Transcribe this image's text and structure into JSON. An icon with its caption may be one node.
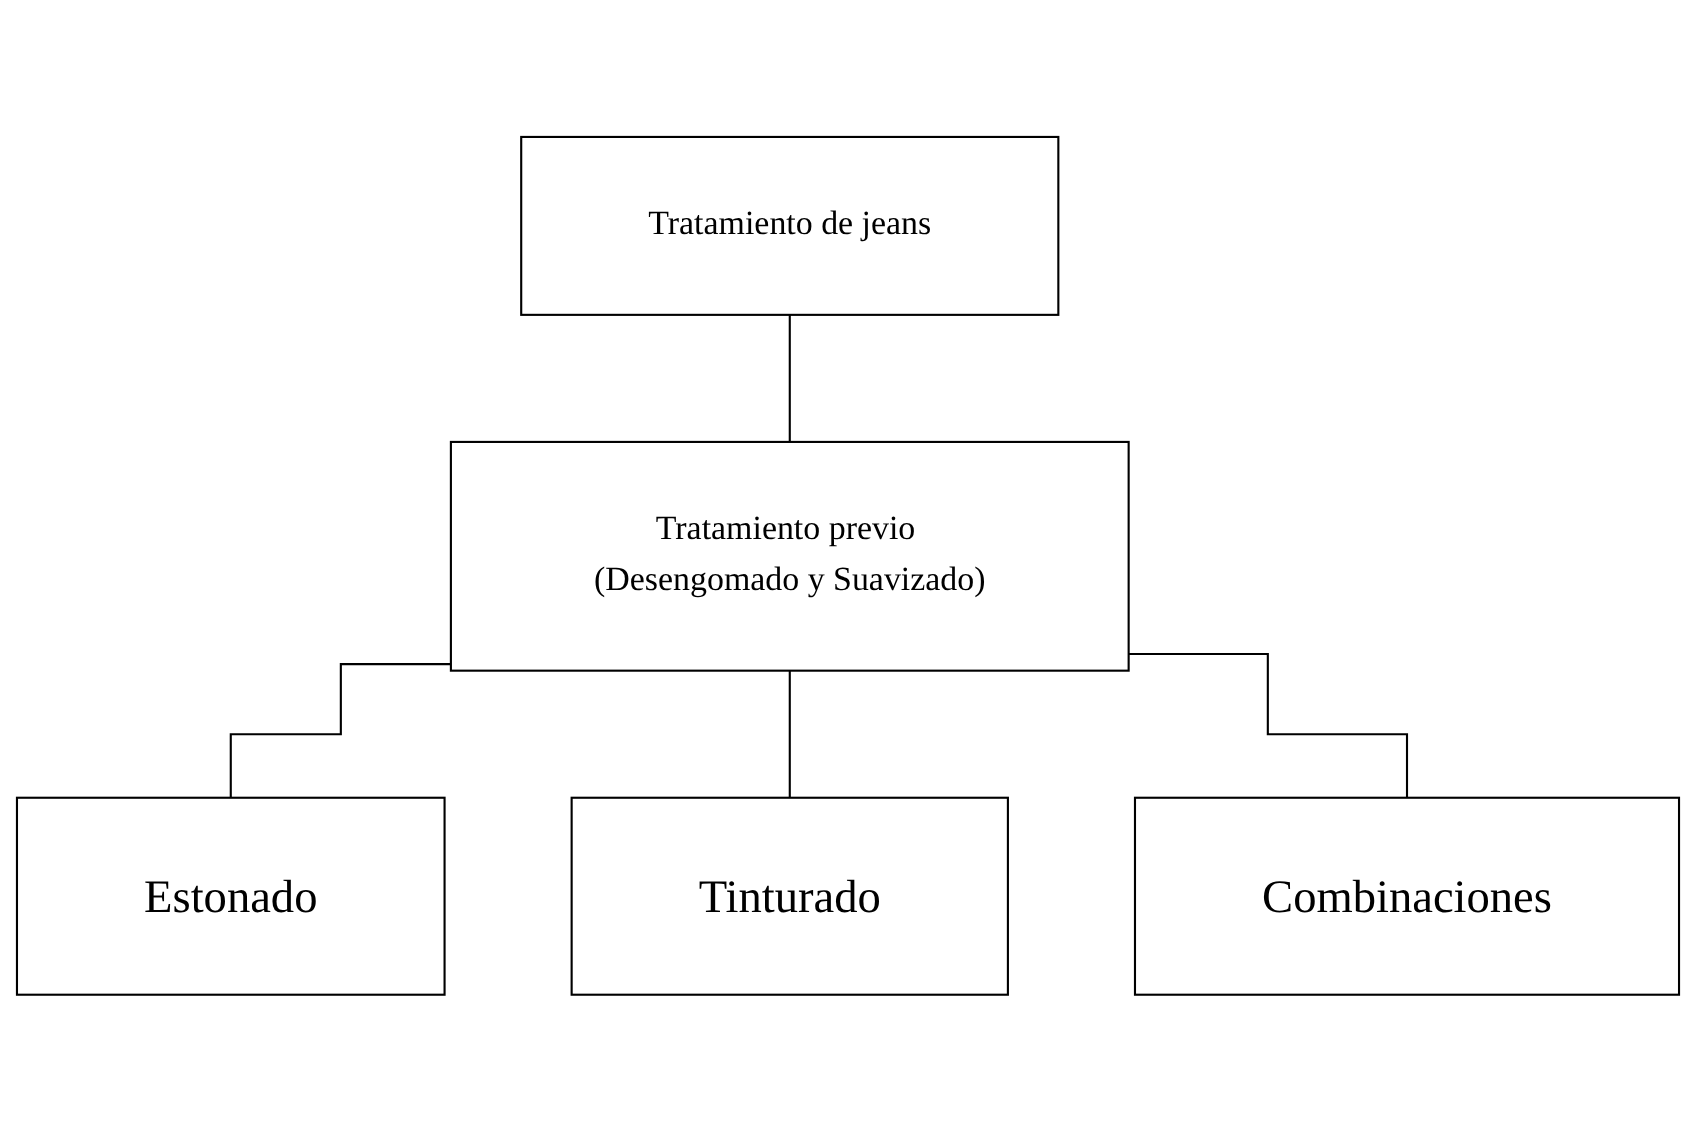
{
  "diagram": {
    "nodes": [
      {
        "text": [
          "Tratamiento de jeans"
        ]
      },
      {
        "text": [
          "Tratamiento previo (Desengomado y Suavizado)"
        ]
      },
      {
        "text": [
          "Estonado"
        ]
      },
      {
        "text": [
          "Tinturado"
        ]
      },
      {
        "text": [
          "Combinaciones"
        ]
      }
    ],
    "edges": [
      {
        "from": 0,
        "to": 1,
        "arrow": "none"
      },
      {
        "from": 1,
        "to": 2,
        "arrow": "none"
      },
      {
        "from": 1,
        "to": 3,
        "arrow": "none"
      },
      {
        "from": 1,
        "to": 4,
        "arrow": "none"
      }
    ]
  }
}
